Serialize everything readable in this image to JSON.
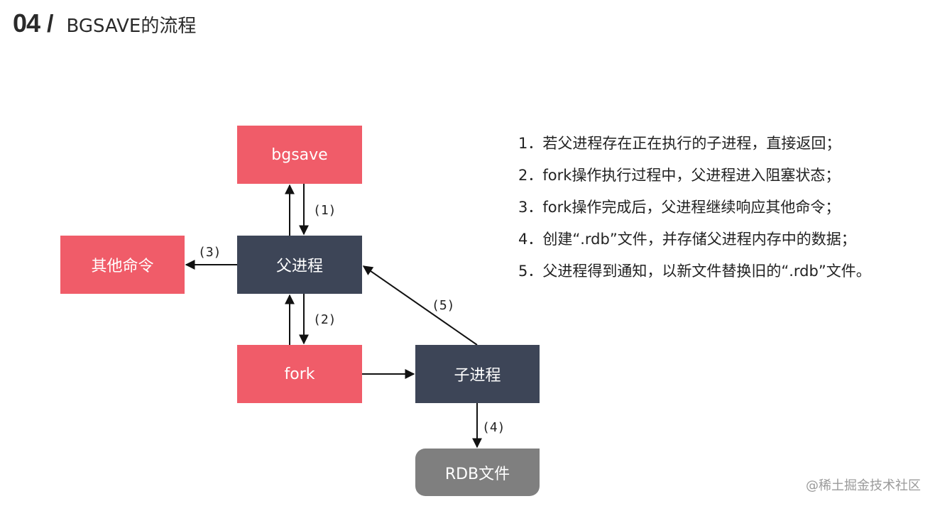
{
  "header": {
    "number": "04",
    "slash": "/",
    "title": "BGSAVE的流程"
  },
  "nodes": {
    "bgsave": "bgsave",
    "other_commands": "其他命令",
    "parent_process": "父进程",
    "fork": "fork",
    "child_process": "子进程",
    "rdb_file": "RDB文件"
  },
  "edge_labels": {
    "e1": "(1)",
    "e2": "(2)",
    "e3": "(3)",
    "e4": "(4)",
    "e5": "(5)"
  },
  "steps": [
    "1．若父进程存在正在执行的子进程，直接返回；",
    "2．fork操作执行过程中，父进程进入阻塞状态；",
    "3．fork操作完成后，父进程继续响应其他命令；",
    "4．创建“.rdb”文件，并存储父进程内存中的数据；",
    "5．父进程得到通知，以新文件替换旧的“.rdb”文件。"
  ],
  "watermark": "@稀土掘金技术社区",
  "colors": {
    "red_node": "#f05c69",
    "dark_node": "#3d4557",
    "gray_node": "#7f7f7f"
  }
}
